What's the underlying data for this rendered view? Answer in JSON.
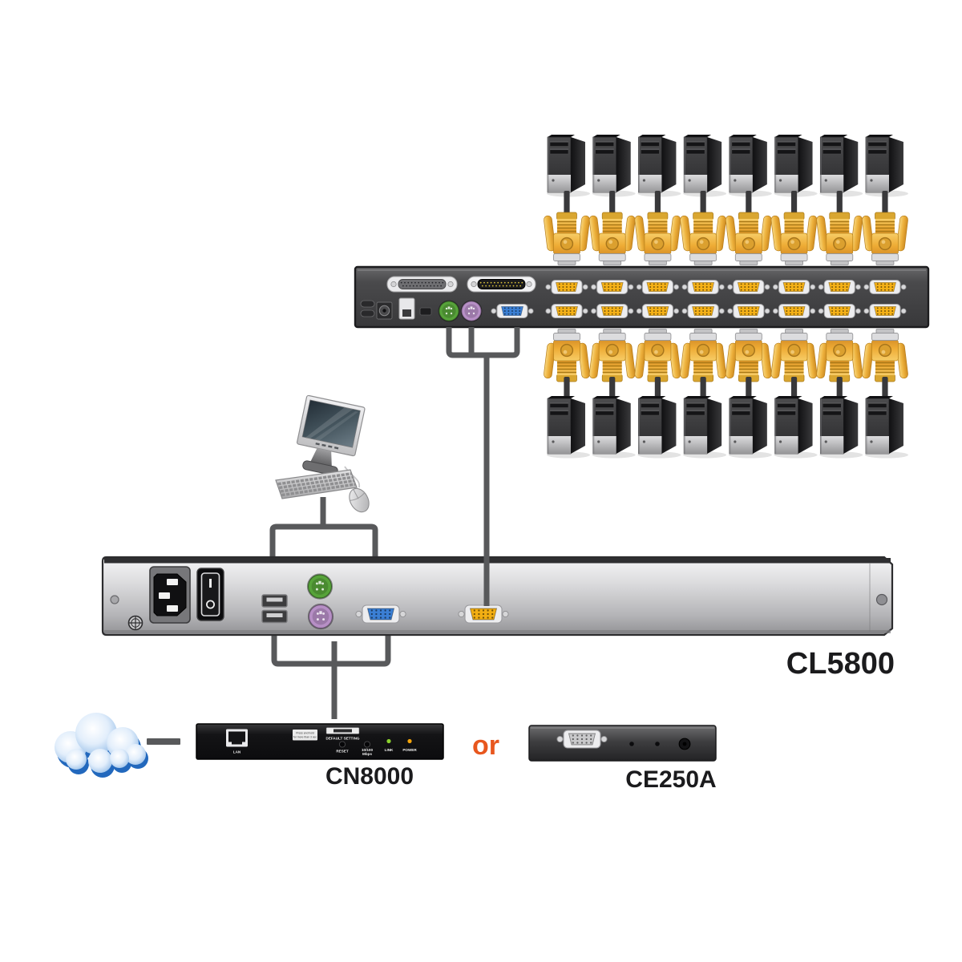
{
  "labels": {
    "cl5800": "CL5800",
    "cn8000": "CN8000",
    "ce250a": "CE250A",
    "or": "or"
  },
  "cn8000_panel": {
    "lan": "LAN",
    "note_line1": "Press and hold",
    "note_line2": "for more than 3 sec",
    "default_setting": "DEFAULT SETTING",
    "reset": "RESET",
    "speed_line1": "10/100",
    "speed_line2": "Mbps",
    "link": "LINK",
    "power": "POWER"
  },
  "repeat": {
    "top_computers": 8,
    "bottom_computers": 8,
    "ports_per_row": 8,
    "port_rows": 2
  },
  "colors": {
    "kvm_cable_yellow": "#f0b12c",
    "port_yellow": "#f5b117",
    "line_gray": "#58595b",
    "or_orange": "#e8571e",
    "cloud_blue": "#2268bd",
    "ps2_green": "#57a33a",
    "ps2_purple": "#b78fc6",
    "vga_blue": "#3b7fd4"
  }
}
